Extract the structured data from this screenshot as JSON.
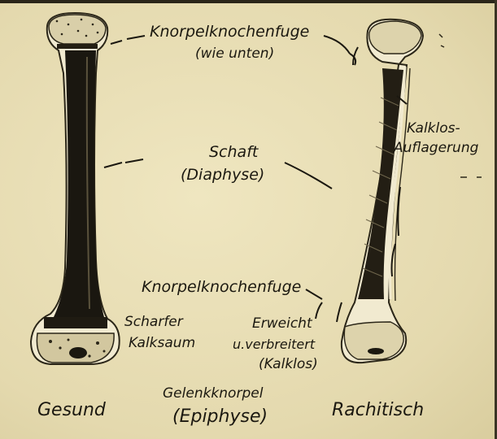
{
  "figure": {
    "labels": {
      "knorpel_top": "Knorpelknochenfuge",
      "wie_unten": "(wie unten)",
      "kalklos_auflagerung_1": "Kalklos-",
      "kalklos_auflagerung_2": "Auflagerung",
      "schaft": "Schaft",
      "diaphyse": "(Diaphyse)",
      "knorpel_bottom": "Knorpelknochenfuge",
      "scharfer": "Scharfer",
      "kalksaum": "Kalksaum",
      "erweicht": "Erweicht",
      "verbreitert": "u.verbreitert",
      "kalklos": "(Kalklos)",
      "gelenkknorpel": "Gelenkknorpel",
      "epiphyse": "(Epiphyse)",
      "gesund": "Gesund",
      "rachitisch": "Rachitisch"
    }
  }
}
